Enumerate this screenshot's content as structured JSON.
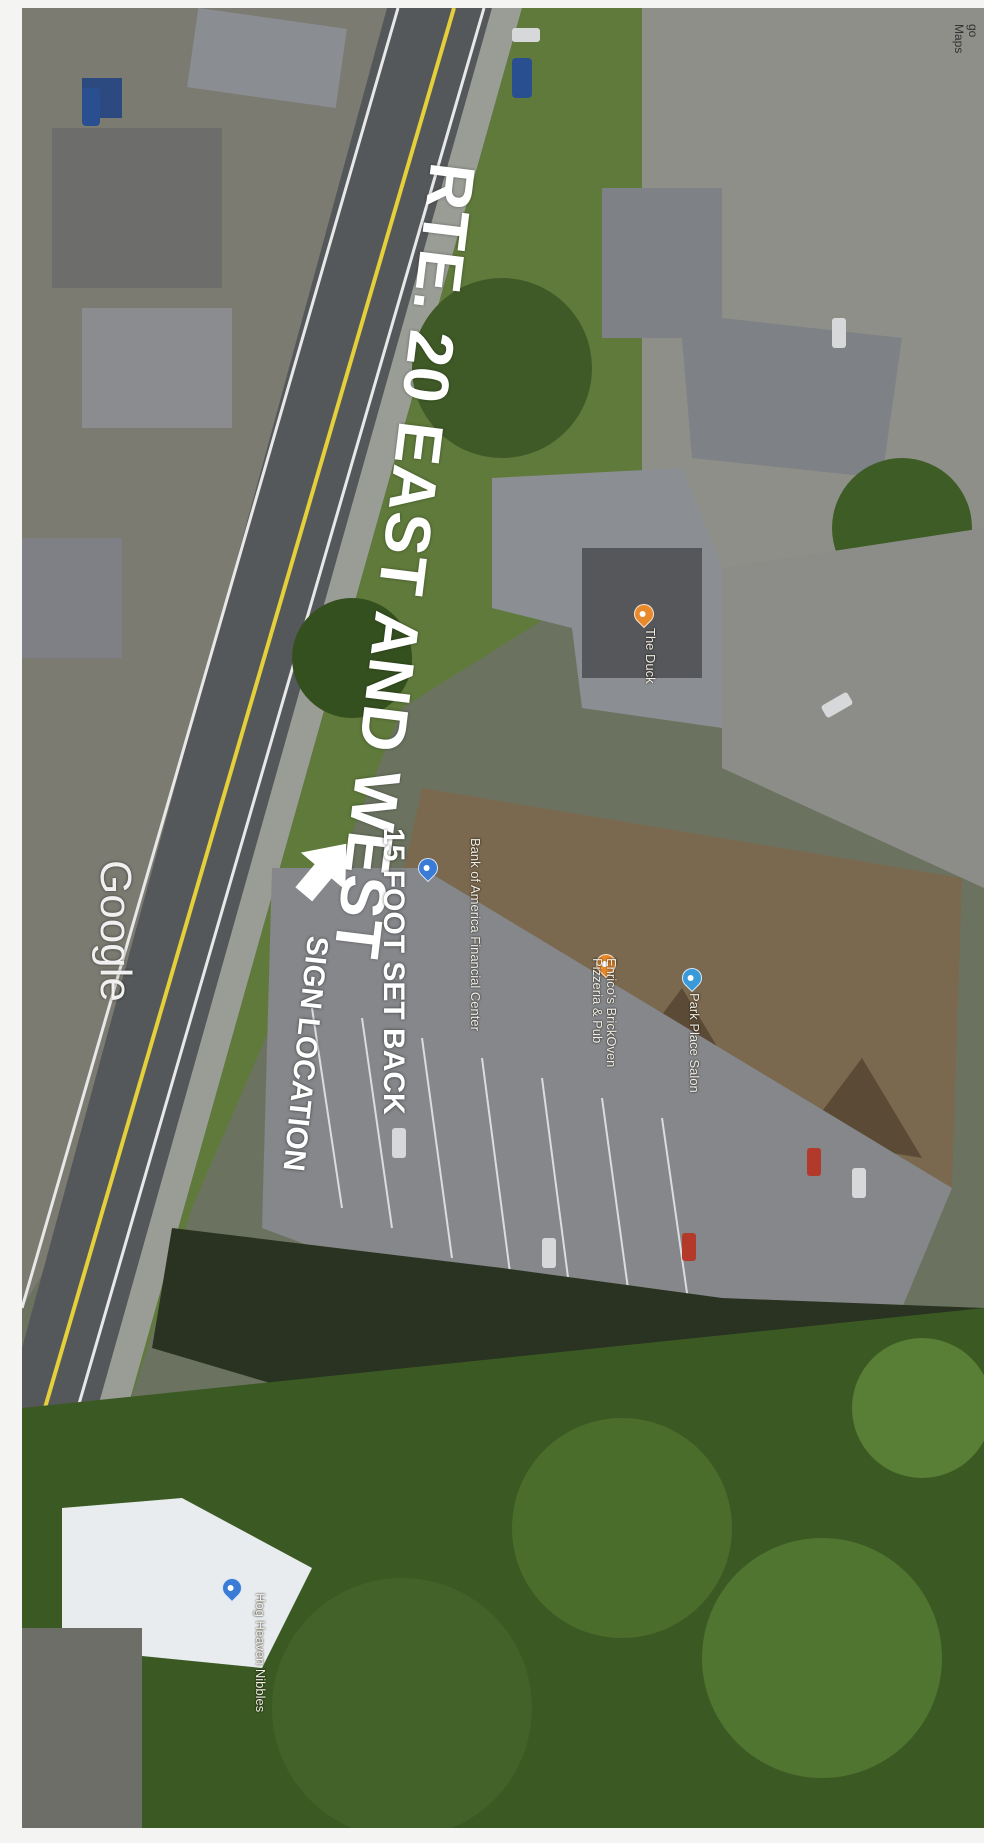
{
  "map": {
    "street_label": "RTE. 20 EAST AND WEST",
    "setback_label": "15 FOOT SET BACK",
    "sign_location_label": "SIGN LOCATION",
    "provider_watermark": "Google",
    "margin_note": "go Maps"
  },
  "pois": [
    {
      "label": "The Duck",
      "pin_color": "#e8892b",
      "pin_icon": "food-pin-icon"
    },
    {
      "label": "Bank of America Financial Center",
      "pin_color": "#3a7bd5",
      "pin_icon": "bank-pin-icon"
    },
    {
      "label": "Enrico's BrickOven Pizzeria & Pub",
      "pin_color": "#e8892b",
      "pin_icon": "food-pin-icon"
    },
    {
      "label": "Park Place Salon",
      "pin_color": "#3a9ad9",
      "pin_icon": "shop-pin-icon"
    },
    {
      "label": "Hog Heaven Nibbles",
      "pin_color": "#3a7bd5",
      "pin_icon": "shop-pin-icon"
    }
  ],
  "arrow": {
    "color": "#ffffff",
    "icon": "arrow-up-icon"
  }
}
